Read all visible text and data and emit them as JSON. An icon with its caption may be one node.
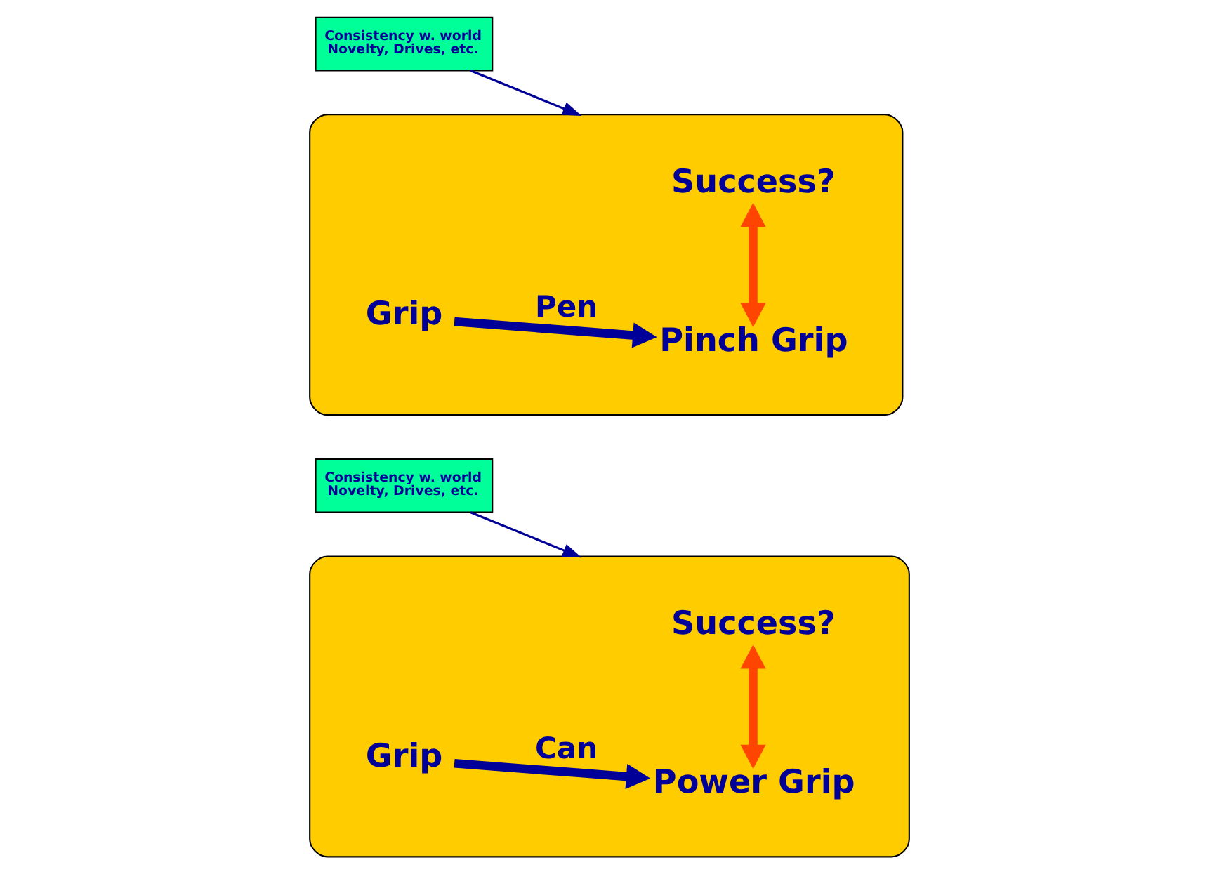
{
  "diagram": {
    "nodes": [
      {
        "text": [],
        "shape": "ellipse"
      },
      {
        "text": [
          "Grip"
        ],
        "in": 0
      },
      {
        "text": [
          "Pinch Grip"
        ],
        "in": 0
      },
      {
        "text": [
          "Success?"
        ],
        "in": 0
      },
      {
        "text": [
          "Consistency w. world",
          "Novelty, Drives, etc."
        ]
      },
      {
        "text": [],
        "shape": "ellipse"
      },
      {
        "text": [
          "Grip"
        ],
        "in": 5
      },
      {
        "text": [
          "Power Grip"
        ],
        "in": 5
      },
      {
        "text": [
          "Success?"
        ],
        "in": 5
      },
      {
        "text": [
          "Consistency w. world",
          "Novelty, Drives, etc."
        ]
      }
    ],
    "edges": [
      {
        "from": 1,
        "to": 2,
        "arrow": "to",
        "label": "Pen"
      },
      {
        "from": 2,
        "to": 3,
        "arrow": "both",
        "color": "#ff4500"
      },
      {
        "from": 4,
        "to": 0,
        "arrow": "to"
      },
      {
        "from": 6,
        "to": 7,
        "arrow": "to",
        "label": "Can"
      },
      {
        "from": 7,
        "to": 8,
        "arrow": "both",
        "color": "#ff4500"
      },
      {
        "from": 9,
        "to": 5,
        "arrow": "to"
      }
    ]
  }
}
